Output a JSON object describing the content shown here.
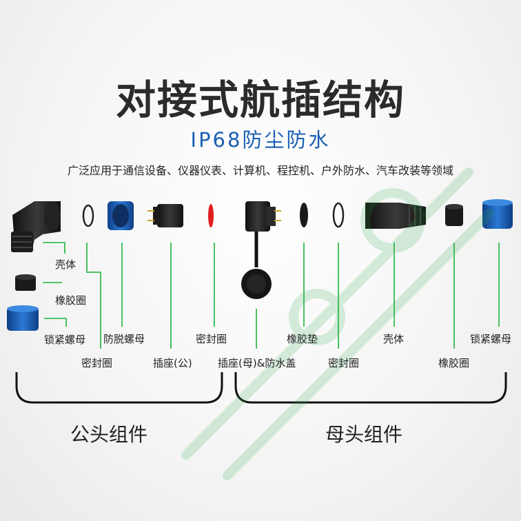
{
  "title": "对接式航插结构",
  "subtitle": "IP68防尘防水",
  "tagline": "广泛应用于通信设备、仪器仪表、计算机、程控机、户外防水、汽车改装等领域",
  "labels": {
    "male_shell": "壳体",
    "male_rubber_ring": "橡胶圈",
    "male_lock_nut": "锁紧螺母",
    "anti_loose_nut": "防脱螺母",
    "male_seal_ring": "密封圈",
    "plug_male": "插座(公)",
    "seal_ring_red": "密封圈",
    "female_socket": "插座(母)&防水盖",
    "rubber_pad": "橡胶垫",
    "female_seal_ring": "密封圈",
    "female_shell": "壳体",
    "female_rubber_ring": "橡胶圈",
    "female_lock_nut": "锁紧螺母"
  },
  "groups": {
    "male": "公头组件",
    "female": "母头组件"
  },
  "colors": {
    "leader_green": "#1db33a",
    "title_blue": "#1a5fb4",
    "nut_blue": "#1e5fb0",
    "seal_red": "#e02020"
  }
}
